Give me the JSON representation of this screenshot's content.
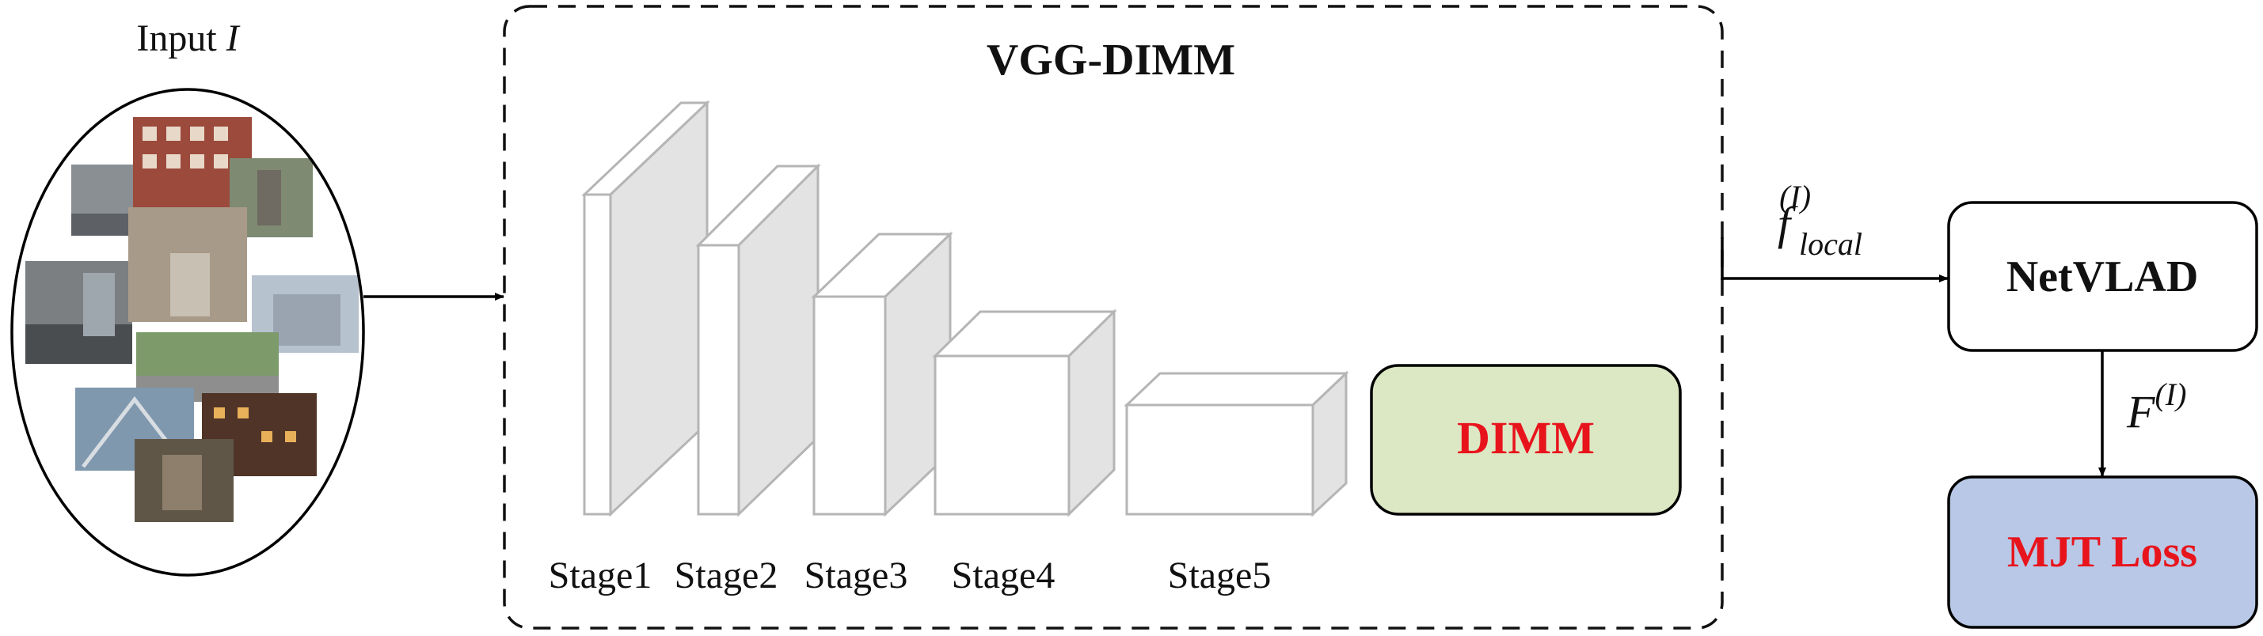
{
  "input": {
    "label": "Input ",
    "symbol": "I"
  },
  "vgg": {
    "title": "VGG-DIMM",
    "stages": [
      "Stage1",
      "Stage2",
      "Stage3",
      "Stage4",
      "Stage5"
    ],
    "dimm_label": "DIMM"
  },
  "feature_local": {
    "base": "f",
    "sup": "(I)",
    "sub": "local"
  },
  "netvlad": {
    "label": "NetVLAD"
  },
  "global_feature": {
    "base": "F",
    "sup": "(I)"
  },
  "loss": {
    "label": "MJT Loss"
  },
  "colors": {
    "dimm_fill": "#dce7c4",
    "loss_fill": "#b8c8e6",
    "highlight_text": "#e8141c",
    "block_stroke": "#b5b5b5",
    "block_side": "#e3e3e3"
  }
}
